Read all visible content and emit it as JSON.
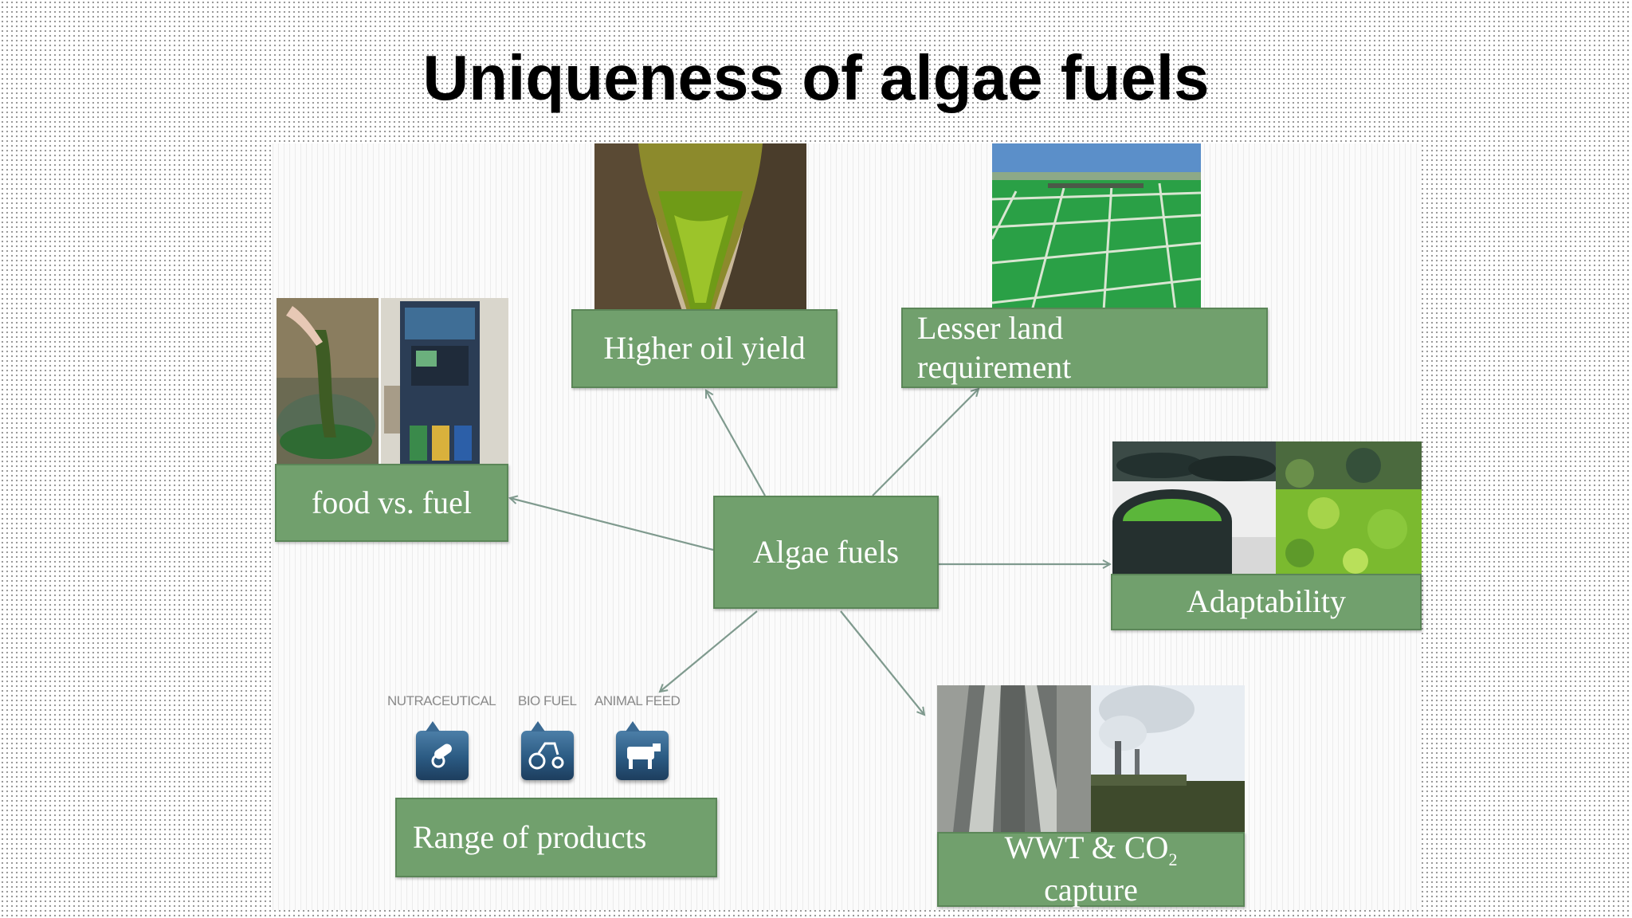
{
  "title": "Uniqueness of algae fuels",
  "nodes": {
    "center": "Algae fuels",
    "food_vs_fuel": "food vs. fuel",
    "higher_oil_yield": "Higher oil yield",
    "lesser_land": [
      "Lesser land",
      "requirement"
    ],
    "adaptability": "Adaptability",
    "range_of_products": "Range of products",
    "wwt_co2": {
      "line1_prefix": "WWT & CO",
      "line1_sub": "2",
      "line2": "capture"
    }
  },
  "products": [
    "NUTRACEUTICAL",
    "BIO FUEL",
    "ANIMAL FEED"
  ],
  "colors": {
    "box_fill": "#71a06d",
    "box_text": "#ffffff",
    "arrow": "#7f9a8e",
    "title": "#000000"
  }
}
